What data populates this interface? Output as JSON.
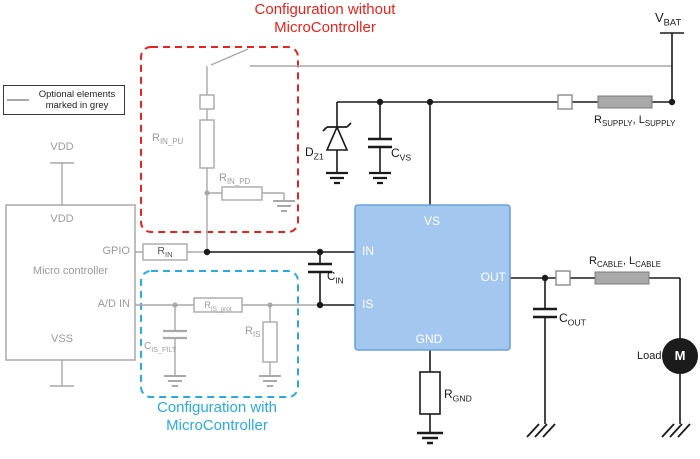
{
  "diagram": {
    "title_without": {
      "line1": "Configuration without",
      "line2": "MicroController"
    },
    "title_with": {
      "line1": "Configuration with",
      "line2": "MicroController"
    },
    "legend": {
      "line1": "Optional elements",
      "line2": "marked in grey"
    }
  },
  "mcu": {
    "name": "Micro controller",
    "vdd_rail": "VDD",
    "vdd_pin": "VDD",
    "gpio_pin": "GPIO",
    "adin_pin": "A/D IN",
    "vss_pin": "VSS"
  },
  "ic": {
    "vs": "VS",
    "in": "IN",
    "is": "IS",
    "out": "OUT",
    "gnd": "GND"
  },
  "components": {
    "vbat": {
      "main": "V",
      "sub": "BAT"
    },
    "rsupply": {
      "p1": "R",
      "s1": "SUPPLY",
      "p2": ", L",
      "s2": "SUPPLY"
    },
    "rcable": {
      "p1": "R",
      "s1": "CABLE",
      "p2": ", L",
      "s2": "CABLE"
    },
    "dz1": {
      "main": "D",
      "sub": "Z1"
    },
    "cvs": {
      "main": "C",
      "sub": "VS"
    },
    "rin_pu": {
      "main": "R",
      "sub": "IN_PU"
    },
    "rin_pd": {
      "main": "R",
      "sub": "IN_PD"
    },
    "rin": {
      "main": "R",
      "sub": "IN"
    },
    "cin": {
      "main": "C",
      "sub": "IN"
    },
    "ris_prot": {
      "main": "R",
      "sub": "IS_prot"
    },
    "ris": {
      "main": "R",
      "sub": "IS"
    },
    "cis_filt": {
      "main": "C",
      "sub": "IS_FILT"
    },
    "cout": {
      "main": "C",
      "sub": "OUT"
    },
    "rgnd": {
      "main": "R",
      "sub": "GND"
    },
    "load": "Load",
    "motor": "M"
  },
  "colors": {
    "highlight_red": "#e8231d",
    "highlight_blue": "#29abe2",
    "optional_grey": "#a9a9a9",
    "ic_fill": "#a4c7ef",
    "ic_border": "#6ba0d8",
    "wire_black": "#1a1a1a"
  }
}
